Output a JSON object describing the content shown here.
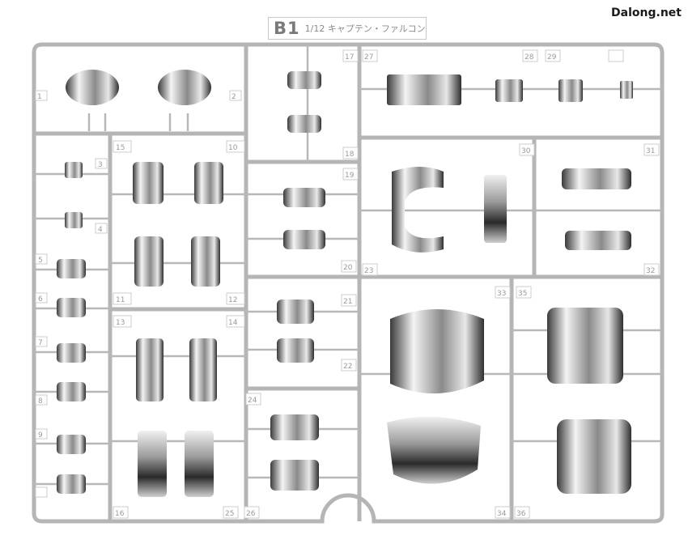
{
  "watermark": "Dalong.net",
  "runner_tag": {
    "code": "B1",
    "name": "1/12 キャプテン・ファルコン"
  },
  "part_numbers": [
    "1",
    "2",
    "3",
    "4",
    "5",
    "6",
    "7",
    "8",
    "9",
    "10",
    "11",
    "12",
    "13",
    "14",
    "15",
    "16",
    "17",
    "18",
    "19",
    "20",
    "21",
    "22",
    "23",
    "24",
    "25",
    "26",
    "27",
    "28",
    "29",
    "30",
    "31",
    "32",
    "33",
    "34",
    "35",
    "36"
  ],
  "colors": {
    "background": "#ffffff",
    "chrome_light": "#f2f2f2",
    "chrome_mid": "#b8b8b8",
    "chrome_dark": "#3a3a3a"
  }
}
